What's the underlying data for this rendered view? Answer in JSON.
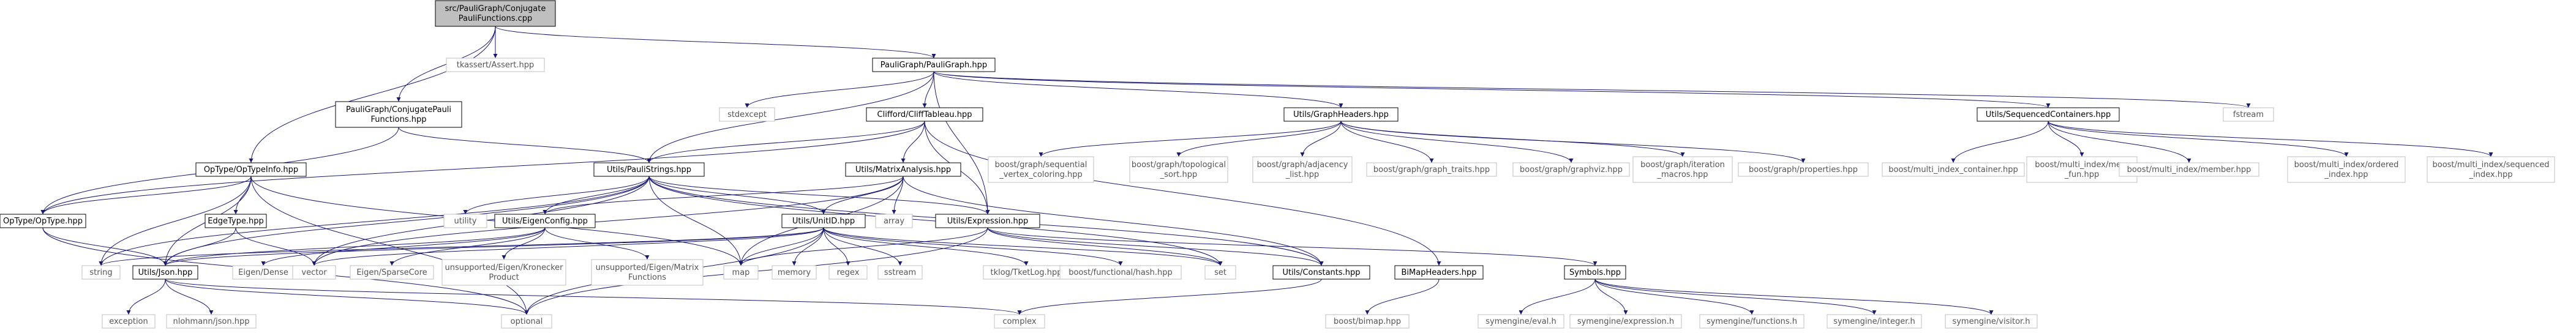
{
  "colors": {
    "root_fill": "#bfbfbf",
    "node_border": "#000000",
    "system_border": "#bfbfbf",
    "system_text": "#555555",
    "edge": "#191970",
    "text": "#000000"
  },
  "nodes": [
    {
      "id": "root",
      "lines": [
        "src/PauliGraph/Conjugate",
        "PauliFunctions.cpp"
      ],
      "kind": "root"
    },
    {
      "id": "tkassert",
      "lines": [
        "tkassert/Assert.hpp"
      ],
      "kind": "system"
    },
    {
      "id": "pauligraph",
      "lines": [
        "PauliGraph/PauliGraph.hpp"
      ],
      "kind": "local"
    },
    {
      "id": "conjpauli",
      "lines": [
        "PauliGraph/ConjugatePauli",
        "Functions.hpp"
      ],
      "kind": "local"
    },
    {
      "id": "stdexcept",
      "lines": [
        "stdexcept"
      ],
      "kind": "system"
    },
    {
      "id": "clifftableau",
      "lines": [
        "Clifford/CliffTableau.hpp"
      ],
      "kind": "local"
    },
    {
      "id": "graphheaders",
      "lines": [
        "Utils/GraphHeaders.hpp"
      ],
      "kind": "local"
    },
    {
      "id": "seqcontainers",
      "lines": [
        "Utils/SequencedContainers.hpp"
      ],
      "kind": "local"
    },
    {
      "id": "fstream",
      "lines": [
        "fstream"
      ],
      "kind": "system"
    },
    {
      "id": "optypeinfo",
      "lines": [
        "OpType/OpTypeInfo.hpp"
      ],
      "kind": "local"
    },
    {
      "id": "paulistrings",
      "lines": [
        "Utils/PauliStrings.hpp"
      ],
      "kind": "local"
    },
    {
      "id": "matrixanalysis",
      "lines": [
        "Utils/MatrixAnalysis.hpp"
      ],
      "kind": "local"
    },
    {
      "id": "bg_seqcol",
      "lines": [
        "boost/graph/sequential",
        "_vertex_coloring.hpp"
      ],
      "kind": "system"
    },
    {
      "id": "bg_topo",
      "lines": [
        "boost/graph/topological",
        "_sort.hpp"
      ],
      "kind": "system"
    },
    {
      "id": "bg_adj",
      "lines": [
        "boost/graph/adjacency",
        "_list.hpp"
      ],
      "kind": "system"
    },
    {
      "id": "bg_traits",
      "lines": [
        "boost/graph/graph_traits.hpp"
      ],
      "kind": "system"
    },
    {
      "id": "bg_graphviz",
      "lines": [
        "boost/graph/graphviz.hpp"
      ],
      "kind": "system"
    },
    {
      "id": "bg_iter",
      "lines": [
        "boost/graph/iteration",
        "_macros.hpp"
      ],
      "kind": "system"
    },
    {
      "id": "bg_props",
      "lines": [
        "boost/graph/properties.hpp"
      ],
      "kind": "system"
    },
    {
      "id": "bmi_cont",
      "lines": [
        "boost/multi_index_container.hpp"
      ],
      "kind": "system"
    },
    {
      "id": "bmi_memfun",
      "lines": [
        "boost/multi_index/mem",
        "_fun.hpp"
      ],
      "kind": "system"
    },
    {
      "id": "bmi_member",
      "lines": [
        "boost/multi_index/member.hpp"
      ],
      "kind": "system"
    },
    {
      "id": "bmi_ordered",
      "lines": [
        "boost/multi_index/ordered",
        "_index.hpp"
      ],
      "kind": "system"
    },
    {
      "id": "bmi_seq",
      "lines": [
        "boost/multi_index/sequenced",
        "_index.hpp"
      ],
      "kind": "system"
    },
    {
      "id": "optype",
      "lines": [
        "OpType/OpType.hpp"
      ],
      "kind": "local"
    },
    {
      "id": "edgetype",
      "lines": [
        "EdgeType.hpp"
      ],
      "kind": "local"
    },
    {
      "id": "utility",
      "lines": [
        "utility"
      ],
      "kind": "system"
    },
    {
      "id": "eigenconfig",
      "lines": [
        "Utils/EigenConfig.hpp"
      ],
      "kind": "local"
    },
    {
      "id": "unitid",
      "lines": [
        "Utils/UnitID.hpp"
      ],
      "kind": "local"
    },
    {
      "id": "array",
      "lines": [
        "array"
      ],
      "kind": "system"
    },
    {
      "id": "expression",
      "lines": [
        "Utils/Expression.hpp"
      ],
      "kind": "local"
    },
    {
      "id": "utilsjson",
      "lines": [
        "Utils/Json.hpp"
      ],
      "kind": "local"
    },
    {
      "id": "string",
      "lines": [
        "string"
      ],
      "kind": "system"
    },
    {
      "id": "eigendense",
      "lines": [
        "Eigen/Dense"
      ],
      "kind": "system"
    },
    {
      "id": "vector",
      "lines": [
        "vector"
      ],
      "kind": "system"
    },
    {
      "id": "sparsecore",
      "lines": [
        "Eigen/SparseCore"
      ],
      "kind": "system"
    },
    {
      "id": "kronecker",
      "lines": [
        "unsupported/Eigen/Kronecker",
        "Product"
      ],
      "kind": "system"
    },
    {
      "id": "matrixfunctions",
      "lines": [
        "unsupported/Eigen/Matrix",
        "Functions"
      ],
      "kind": "system"
    },
    {
      "id": "map",
      "lines": [
        "map"
      ],
      "kind": "system"
    },
    {
      "id": "memory",
      "lines": [
        "memory"
      ],
      "kind": "system"
    },
    {
      "id": "regex",
      "lines": [
        "regex"
      ],
      "kind": "system"
    },
    {
      "id": "sstream",
      "lines": [
        "sstream"
      ],
      "kind": "system"
    },
    {
      "id": "tklog",
      "lines": [
        "tklog/TketLog.hpp"
      ],
      "kind": "system"
    },
    {
      "id": "boosthash",
      "lines": [
        "boost/functional/hash.hpp"
      ],
      "kind": "system"
    },
    {
      "id": "set",
      "lines": [
        "set"
      ],
      "kind": "system"
    },
    {
      "id": "constants",
      "lines": [
        "Utils/Constants.hpp"
      ],
      "kind": "local"
    },
    {
      "id": "bimapheaders",
      "lines": [
        "BiMapHeaders.hpp"
      ],
      "kind": "local"
    },
    {
      "id": "symbols",
      "lines": [
        "Symbols.hpp"
      ],
      "kind": "local"
    },
    {
      "id": "exception",
      "lines": [
        "exception"
      ],
      "kind": "system"
    },
    {
      "id": "nlohmann",
      "lines": [
        "nlohmann/json.hpp"
      ],
      "kind": "system"
    },
    {
      "id": "optional",
      "lines": [
        "optional"
      ],
      "kind": "system"
    },
    {
      "id": "complex",
      "lines": [
        "complex"
      ],
      "kind": "system"
    },
    {
      "id": "boostbimap",
      "lines": [
        "boost/bimap.hpp"
      ],
      "kind": "system"
    },
    {
      "id": "se_eval",
      "lines": [
        "symengine/eval.h"
      ],
      "kind": "system"
    },
    {
      "id": "se_expr",
      "lines": [
        "symengine/expression.h"
      ],
      "kind": "system"
    },
    {
      "id": "se_func",
      "lines": [
        "symengine/functions.h"
      ],
      "kind": "system"
    },
    {
      "id": "se_int",
      "lines": [
        "symengine/integer.h"
      ],
      "kind": "system"
    },
    {
      "id": "se_vis",
      "lines": [
        "symengine/visitor.h"
      ],
      "kind": "system"
    }
  ],
  "edges": [
    [
      "root",
      "tkassert"
    ],
    [
      "root",
      "pauligraph"
    ],
    [
      "root",
      "conjpauli"
    ],
    [
      "root",
      "optypeinfo"
    ],
    [
      "pauligraph",
      "stdexcept"
    ],
    [
      "pauligraph",
      "clifftableau"
    ],
    [
      "pauligraph",
      "graphheaders"
    ],
    [
      "pauligraph",
      "seqcontainers"
    ],
    [
      "pauligraph",
      "fstream"
    ],
    [
      "pauligraph",
      "paulistrings"
    ],
    [
      "pauligraph",
      "expression"
    ],
    [
      "conjpauli",
      "optype"
    ],
    [
      "conjpauli",
      "paulistrings"
    ],
    [
      "clifftableau",
      "optype"
    ],
    [
      "clifftableau",
      "paulistrings"
    ],
    [
      "clifftableau",
      "matrixanalysis"
    ],
    [
      "clifftableau",
      "bimapheaders"
    ],
    [
      "graphheaders",
      "bg_seqcol"
    ],
    [
      "graphheaders",
      "bg_topo"
    ],
    [
      "graphheaders",
      "bg_adj"
    ],
    [
      "graphheaders",
      "bg_traits"
    ],
    [
      "graphheaders",
      "bg_graphviz"
    ],
    [
      "graphheaders",
      "bg_iter"
    ],
    [
      "graphheaders",
      "bg_props"
    ],
    [
      "seqcontainers",
      "bmi_cont"
    ],
    [
      "seqcontainers",
      "bmi_memfun"
    ],
    [
      "seqcontainers",
      "bmi_member"
    ],
    [
      "seqcontainers",
      "bmi_ordered"
    ],
    [
      "seqcontainers",
      "bmi_seq"
    ],
    [
      "optypeinfo",
      "optype"
    ],
    [
      "optypeinfo",
      "edgetype"
    ],
    [
      "optypeinfo",
      "utilsjson"
    ],
    [
      "optypeinfo",
      "string"
    ],
    [
      "optypeinfo",
      "map"
    ],
    [
      "optypeinfo",
      "optional"
    ],
    [
      "paulistrings",
      "utility"
    ],
    [
      "paulistrings",
      "eigenconfig"
    ],
    [
      "paulistrings",
      "unitid"
    ],
    [
      "paulistrings",
      "expression"
    ],
    [
      "paulistrings",
      "constants"
    ],
    [
      "paulistrings",
      "map"
    ],
    [
      "paulistrings",
      "vector"
    ],
    [
      "paulistrings",
      "utilsjson"
    ],
    [
      "paulistrings",
      "string"
    ],
    [
      "paulistrings",
      "set"
    ],
    [
      "matrixanalysis",
      "array"
    ],
    [
      "matrixanalysis",
      "eigenconfig"
    ],
    [
      "matrixanalysis",
      "unitid"
    ],
    [
      "matrixanalysis",
      "constants"
    ],
    [
      "matrixanalysis",
      "vector"
    ],
    [
      "optype",
      "utilsjson"
    ],
    [
      "edgetype",
      "vector"
    ],
    [
      "edgetype",
      "utilsjson"
    ],
    [
      "eigenconfig",
      "eigendense"
    ],
    [
      "eigenconfig",
      "sparsecore"
    ],
    [
      "eigenconfig",
      "kronecker"
    ],
    [
      "eigenconfig",
      "matrixfunctions"
    ],
    [
      "eigenconfig",
      "utilsjson"
    ],
    [
      "unitid",
      "utilsjson"
    ],
    [
      "unitid",
      "map"
    ],
    [
      "unitid",
      "memory"
    ],
    [
      "unitid",
      "regex"
    ],
    [
      "unitid",
      "sstream"
    ],
    [
      "unitid",
      "tklog"
    ],
    [
      "unitid",
      "boosthash"
    ],
    [
      "unitid",
      "set"
    ],
    [
      "unitid",
      "string"
    ],
    [
      "unitid",
      "vector"
    ],
    [
      "unitid",
      "optional"
    ],
    [
      "expression",
      "symbols"
    ],
    [
      "expression",
      "constants"
    ],
    [
      "expression",
      "set"
    ],
    [
      "expression",
      "map"
    ],
    [
      "expression",
      "optional"
    ],
    [
      "utilsjson",
      "exception"
    ],
    [
      "utilsjson",
      "nlohmann"
    ],
    [
      "utilsjson",
      "optional"
    ],
    [
      "utilsjson",
      "complex"
    ],
    [
      "constants",
      "complex"
    ],
    [
      "bimapheaders",
      "boostbimap"
    ],
    [
      "symbols",
      "se_eval"
    ],
    [
      "symbols",
      "se_expr"
    ],
    [
      "symbols",
      "se_func"
    ],
    [
      "symbols",
      "se_int"
    ],
    [
      "symbols",
      "se_vis"
    ],
    [
      "optype",
      "optional"
    ],
    [
      "matrixanalysis",
      "map"
    ],
    [
      "clifftableau",
      "expression"
    ]
  ]
}
